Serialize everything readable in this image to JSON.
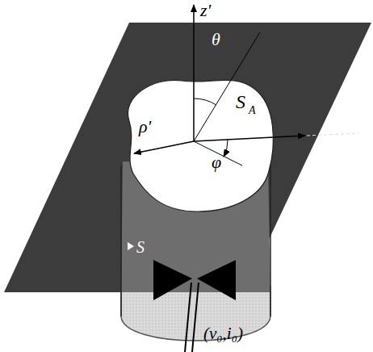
{
  "diagram": {
    "labels": [
      "z'",
      "θ",
      "S",
      "A",
      "ρ'",
      "φ",
      "S",
      "(v₀,i₀)"
    ]
  }
}
